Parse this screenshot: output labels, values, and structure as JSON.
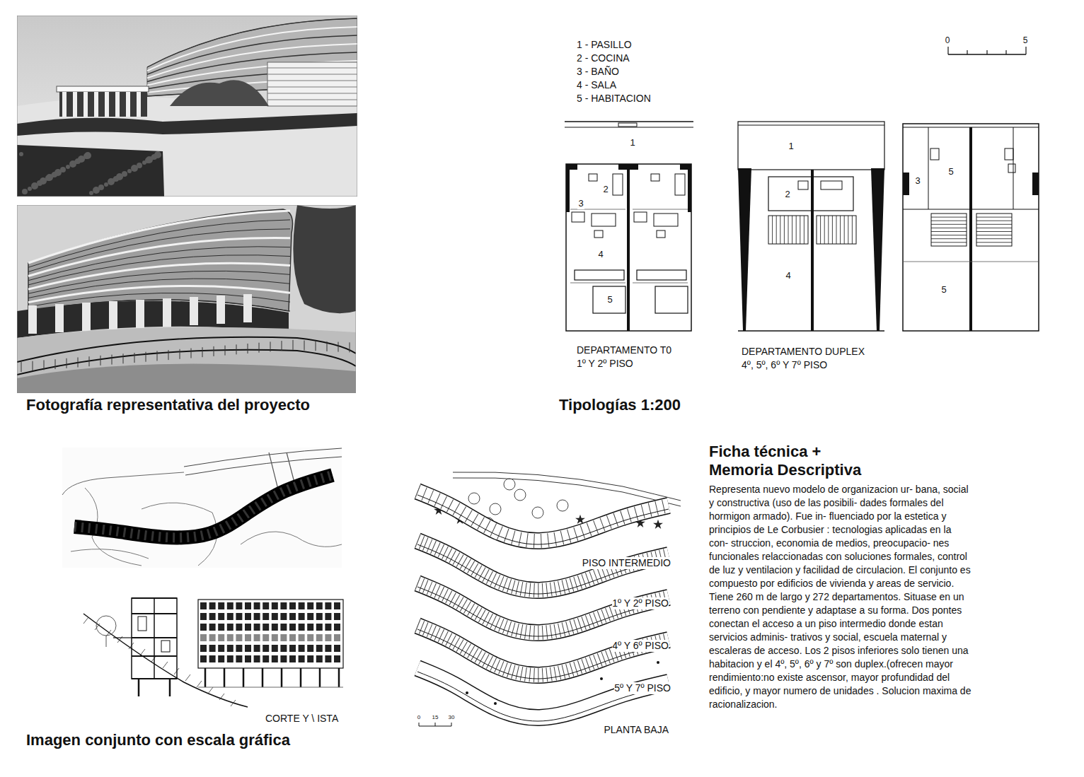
{
  "diagram": {
    "labels": [
      "Fotografía representativa del proyecto",
      "1 - PASILLO",
      "2 - COCINA",
      "3 - BAÑO",
      "4 - SALA",
      "5 - HABITACION",
      "0",
      "5",
      "1",
      "2",
      "3",
      "4",
      "5",
      "1",
      "2",
      "4",
      "5",
      "3",
      "5",
      "DEPARTAMENTO T0",
      "1º Y 2º PISO",
      "DEPARTAMENTO DUPLEX",
      "4º, 5º, 6º Y 7º PISO",
      "Tipologías 1:200",
      "Ficha técnica + Memoria Descriptiva",
      "Representa nuevo modelo de organizacion ur- bana, social y constructiva (uso de las posibili- dades formales del hormigon armado). Fue in- fluenciado por la estetica y principios de Le Corbusier : tecnologias aplicadas en la con- struccion, economia de medios, preocupacio- nes funcionales relaccionadas con soluciones formales, control de luz y ventilacion y facilidad de circulacion. El conjunto es compuesto por edificios de vivienda y areas de servicio. Tiene 260 m de largo y 272 departamentos. Situase en un terreno con pendiente y adaptase a su forma. Dos pontes conectan el acceso a un piso intermedio donde estan servicios adminis- trativos y social, escuela maternal y escaleras de acceso. Los 2 pisos inferiores solo tienen una habitacion y el 4º, 5º, 6º y 7º son duplex.(ofrecen mayor rendimiento:no existe ascensor, mayor profundidad del edificio, y mayor numero de unidades . Solucion maxima de racionalizacion.",
      "PISO INTERMEDIO",
      "1º Y 2º PISO",
      "4º Y 6º PISO",
      "5º Y 7º PISO",
      "PLANTA BAJA",
      "0",
      "15",
      "30",
      "CORTE Y \\ ISTA",
      "Imagen conjunto con escala gráfica"
    ]
  }
}
